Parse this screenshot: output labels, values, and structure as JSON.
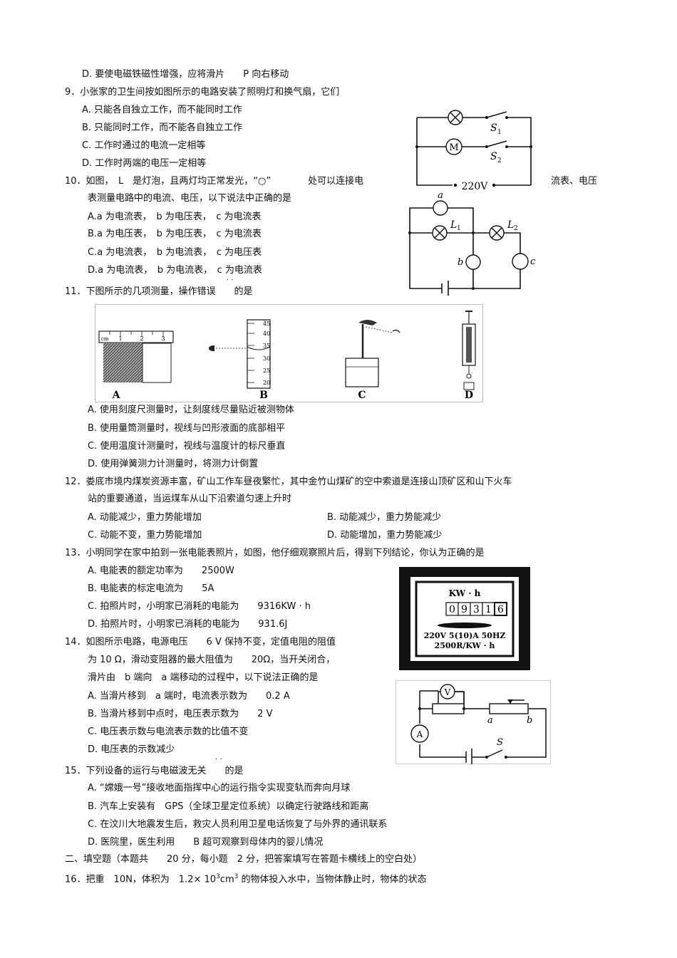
{
  "lines": [
    {
      "id": "l01",
      "text": "D. 要使电磁铁磁性增强，应将滑片　　P 向右移动"
    },
    {
      "id": "l02",
      "text": "9．小张家的卫生间按如图所示的电路安装了照明灯和换气扇，它们"
    },
    {
      "id": "l03",
      "text": "A. 只能各自独立工作，而不能同时工作"
    },
    {
      "id": "l04",
      "text": "B. 只能同时工作，而不能各自独立工作"
    },
    {
      "id": "l05",
      "text": "C. 工作时通过的电流一定相等"
    },
    {
      "id": "l06",
      "text": "D. 工作时两端的电压一定相等"
    },
    {
      "id": "l07",
      "text": "10．如图，　L　是灯泡，且两灯均正常发光，“○”　　　　处可以连接电"
    },
    {
      "id": "l07b",
      "text": "流表、电压"
    },
    {
      "id": "l08",
      "text": "表测量电路中的电流、电压，以下说法中正确的是"
    },
    {
      "id": "l09",
      "text": "A.a 为电流表，　b 为电压表，　c 为电流表"
    },
    {
      "id": "l10",
      "text": "B.a 为电压表，　b 为电压表，　c 为电流表"
    },
    {
      "id": "l11",
      "text": "C.a 为电流表，　b 为电流表，　c 为电压表"
    },
    {
      "id": "l12",
      "text": "D.a 为电流表，　b 为电流表，　c 为电流表"
    },
    {
      "id": "l13",
      "text": "11．下图所示的几项测量，操作错误　　的是"
    },
    {
      "id": "l14",
      "text": "A. 使用刻度尺测量时，让刻度线尽量贴近被测物体"
    },
    {
      "id": "l15",
      "text": "B. 使用量筒测量时，视线与凹形液面的底部相平"
    },
    {
      "id": "l16",
      "text": "C. 使用温度计测量时，视线与温度计的标尺垂直"
    },
    {
      "id": "l17",
      "text": "D. 使用弹簧测力计测量时，将测力计倒置"
    },
    {
      "id": "l18",
      "text": "12．娄底市境内煤炭资源丰富，矿山工作车昼夜繁忙，其中金竹山煤矿的空中索道是连接山顶矿区和山下火车"
    },
    {
      "id": "l19",
      "text": "站的重要通道，当运煤车从山下沿索道匀速上升时"
    },
    {
      "id": "l20",
      "text": "A. 动能减少，重力势能增加"
    },
    {
      "id": "l20b",
      "text": "B. 动能减少，重力势能减少"
    },
    {
      "id": "l21",
      "text": "C. 动能不变，重力势能增加"
    },
    {
      "id": "l21b",
      "text": "D. 动能增加，重力势能减少"
    },
    {
      "id": "l22",
      "text": "13．小明同学在家中拍到一张电能表照片，如图，他仔细观察照片后，得到下列结论，你认为正确的是"
    },
    {
      "id": "l23",
      "text": "A. 电能表的额定功率为　　2500W"
    },
    {
      "id": "l24",
      "text": "B. 电能表的标定电流为　　5A"
    },
    {
      "id": "l25",
      "text": "C. 拍照片时，小明家已消耗的电能为　　9316KW · h"
    },
    {
      "id": "l26",
      "text": "D. 拍照片时，小明家已消耗的电能为　　931.6J"
    },
    {
      "id": "l27",
      "text": "14．如图所示电路，电源电压　　6 V 保持不变，定值电阻的阻值"
    },
    {
      "id": "l28",
      "text": "为 10 Ω，滑动变阻器的最大阻值为　　20Ω，当开关闭合，"
    },
    {
      "id": "l29",
      "text": "滑片由　b 端向　a 端移动的过程中，以下说法正确的是"
    },
    {
      "id": "l30",
      "text": "A. 当滑片移到　a 端时，电流表示数为　　0.2 A"
    },
    {
      "id": "l31",
      "text": "B. 当滑片移到中点时，电压表示数为　　2 V"
    },
    {
      "id": "l32",
      "text": "C. 电压表示数与电流表示数的比值不变"
    },
    {
      "id": "l33",
      "text": "D. 电压表的示数减少"
    },
    {
      "id": "l34",
      "text": "15．下列设备的运行与电磁波无关　　的是"
    },
    {
      "id": "l35",
      "text": "A. “嫦娥一号”接收地面指挥中心的运行指令实现变轨而奔向月球"
    },
    {
      "id": "l36",
      "text": "B. 汽车上安装有　GPS（全球卫星定位系统）以确定行驶路线和距离"
    },
    {
      "id": "l37",
      "text": "C. 在汶川大地震发生后，救灾人员利用卫星电话恢复了与外界的通讯联系"
    },
    {
      "id": "l38",
      "text": "D. 医院里，医生利用　　B 超可观察到母体内的婴儿情况"
    },
    {
      "id": "l39",
      "text": "二、填空题（本题共　　20 分，每小题　2 分，把答案填写在答题卡横线上的空白处）"
    },
    {
      "id": "l40a",
      "text": "16．把重　10N，体积为　1.2× 10"
    },
    {
      "id": "l40sup1",
      "text": "3"
    },
    {
      "id": "l40b",
      "text": "cm"
    },
    {
      "id": "l40sup2",
      "text": "3"
    },
    {
      "id": "l40c",
      "text": " 的物体投入水中，当物体静止时，物体的状态"
    }
  ],
  "fig9": {
    "s1": "S",
    "s1sub": "1",
    "s2": "S",
    "s2sub": "2",
    "motor": "M",
    "voltage": "220V"
  },
  "fig10": {
    "a": "a",
    "b": "b",
    "c": "c",
    "l1": "L",
    "l1sub": "1",
    "l2": "L",
    "l2sub": "2"
  },
  "fig11": {
    "labelA": "A",
    "labelB": "B",
    "labelC": "C",
    "labelD": "D",
    "ruler_unit": "cm",
    "ruler_ticks": [
      "1",
      "2",
      "3"
    ],
    "cyl_ticks": [
      "45",
      "40",
      "35",
      "30",
      "25",
      "20"
    ]
  },
  "fig13": {
    "unit": "KW · h",
    "digits": [
      "0",
      "9",
      "3",
      "1",
      "6"
    ],
    "rating": "220V  5(10)A  50HZ",
    "constant": "2500R/KW · h"
  },
  "fig14": {
    "v": "V",
    "a_meter": "A",
    "a": "a",
    "b": "b",
    "s": "S"
  }
}
